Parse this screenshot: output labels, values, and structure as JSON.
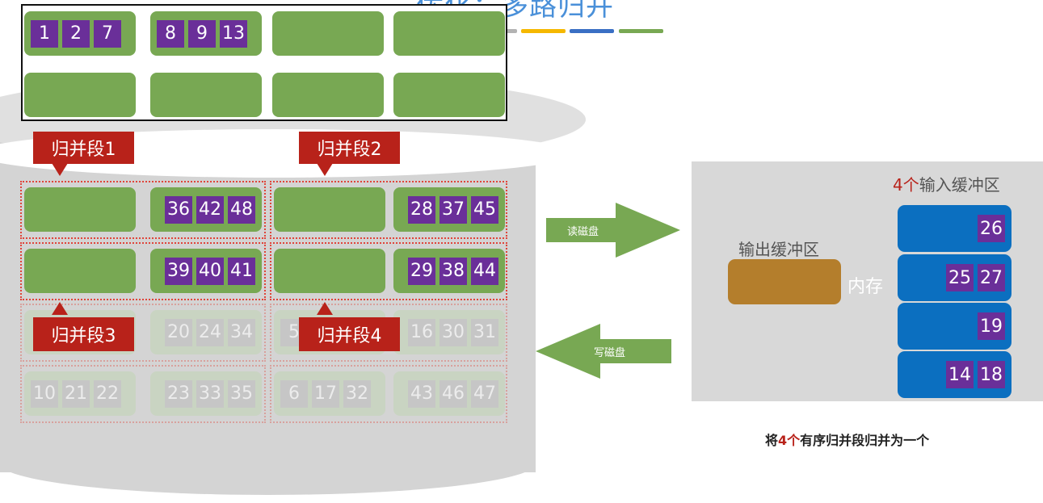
{
  "title": "优化：多路归并",
  "legend_colors": [
    "#b3b3b3",
    "#f5b800",
    "#3a6fc4",
    "#78a853"
  ],
  "colors": {
    "block": "#78a853",
    "number": "#6a2f99",
    "tag": "#b8221a",
    "buffer": "#0b6fc0",
    "output": "#b47e2c",
    "arrow": "#78a853",
    "dotted": "#e0443a"
  },
  "top_row1": [
    [
      "1",
      "2",
      "7"
    ],
    [
      "8",
      "9",
      "13"
    ],
    [],
    []
  ],
  "segment1_label": "归并段1",
  "segment2_label": "归并段2",
  "segment3_label": "归并段3",
  "segment4_label": "归并段4",
  "row_a": {
    "left": [
      "36",
      "42",
      "48"
    ],
    "right": [
      "28",
      "37",
      "45"
    ]
  },
  "row_b": {
    "left": [
      "39",
      "40",
      "41"
    ],
    "right": [
      "29",
      "38",
      "44"
    ]
  },
  "row_c": {
    "b2": [
      "20",
      "24",
      "34"
    ],
    "b3": [
      "5"
    ],
    "b4": [
      "16",
      "30",
      "31"
    ]
  },
  "row_d": {
    "b1": [
      "10",
      "21",
      "22"
    ],
    "b2": [
      "23",
      "33",
      "35"
    ],
    "b3": [
      "6",
      "17",
      "32"
    ],
    "b4": [
      "43",
      "46",
      "47"
    ]
  },
  "read_label": "读磁盘",
  "write_label": "写磁盘",
  "memory": {
    "input_title_num": "4个",
    "input_title_rest": "输入缓冲区",
    "output_label": "输出缓冲区",
    "memory_label": "内存",
    "buffers": [
      [
        "26"
      ],
      [
        "25",
        "27"
      ],
      [
        "19"
      ],
      [
        "14",
        "18"
      ]
    ]
  },
  "note": {
    "pre": "将",
    "num": "4个",
    "post": "有序归并段归并为一个"
  }
}
